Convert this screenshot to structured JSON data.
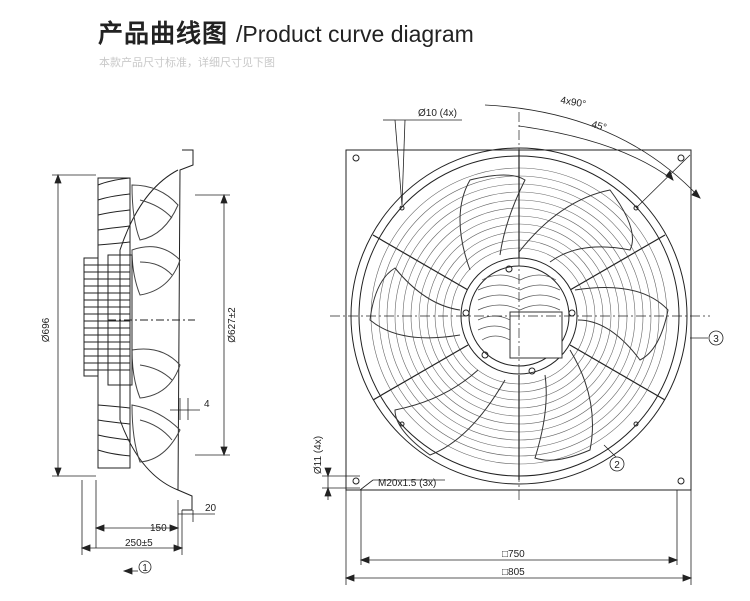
{
  "header": {
    "title_cn": "产品曲线图",
    "title_en": "/Product curve diagram",
    "subtitle": "本款产品尺寸标准，详细尺寸见下图"
  },
  "side_view": {
    "dim_height": "Ø696",
    "dim_inner": "Ø627±2",
    "dim_small": "4",
    "dim_150": "150",
    "dim_20": "20",
    "dim_250": "250±5",
    "callout": "1"
  },
  "front_view": {
    "hole_top": "Ø10 (4x)",
    "angle_4x90": "4x90°",
    "angle_45": "45°",
    "hole_side": "Ø11 (4x)",
    "thread": "M20x1.5 (3x)",
    "dim_750": "□750",
    "dim_805": "□805",
    "callout_2": "2",
    "callout_3": "3"
  }
}
